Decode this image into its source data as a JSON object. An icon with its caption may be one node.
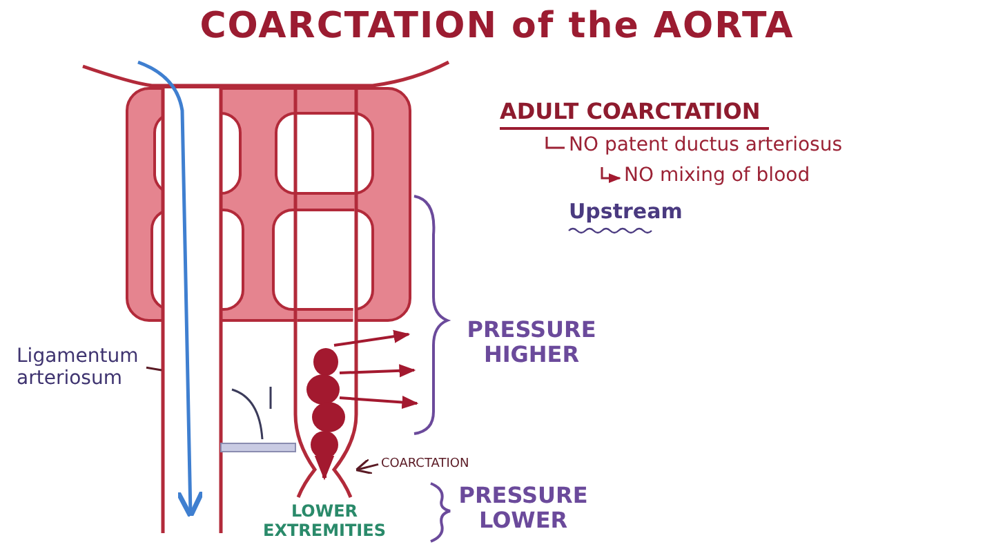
{
  "diagram": {
    "title": "COARCTATION of the AORTA",
    "nodes": [
      {
        "text": [
          "Ligamentum arteriosum"
        ]
      },
      {
        "text": [
          "COARCTATION"
        ]
      }
    ],
    "edges": [
      {
        "from": 0,
        "to": null,
        "arrow": "none"
      },
      {
        "from": 1,
        "to": null,
        "arrow": "to"
      }
    ],
    "labels": [
      "ADULT COARCTATION",
      "NO patent ductus arteriosus",
      "NO mixing of blood",
      "Upstream",
      "PRESSURE HIGHER",
      "LOWER EXTREMITIES",
      "PRESSURE LOWER"
    ]
  }
}
